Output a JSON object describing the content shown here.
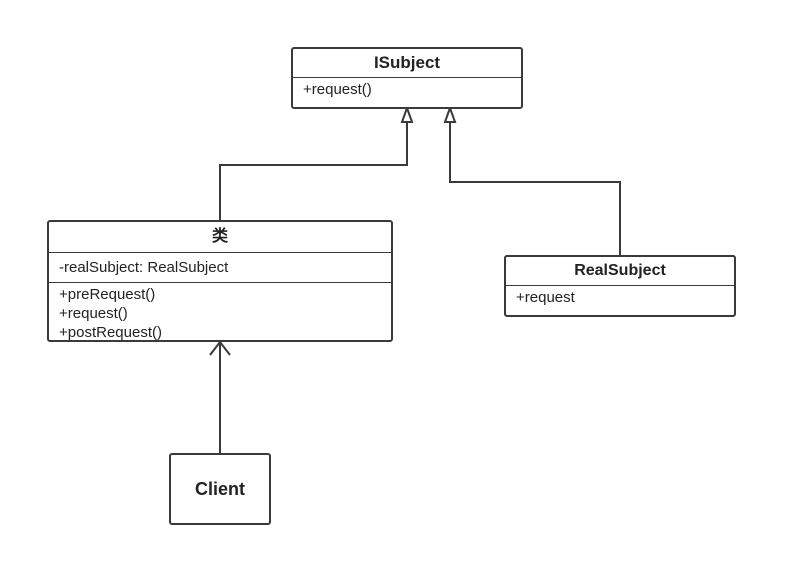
{
  "isubject": {
    "name": "ISubject",
    "operations": [
      "+request()"
    ]
  },
  "proxy": {
    "name": "类",
    "attributes": [
      "-realSubject: RealSubject"
    ],
    "operations": [
      "+preRequest()",
      "+request()",
      "+postRequest()"
    ]
  },
  "real_subject": {
    "name": "RealSubject",
    "operations": [
      "+request"
    ]
  },
  "client": {
    "name": "Client"
  },
  "colors": {
    "stroke": "#3a3a3a",
    "background": "#ffffff"
  }
}
